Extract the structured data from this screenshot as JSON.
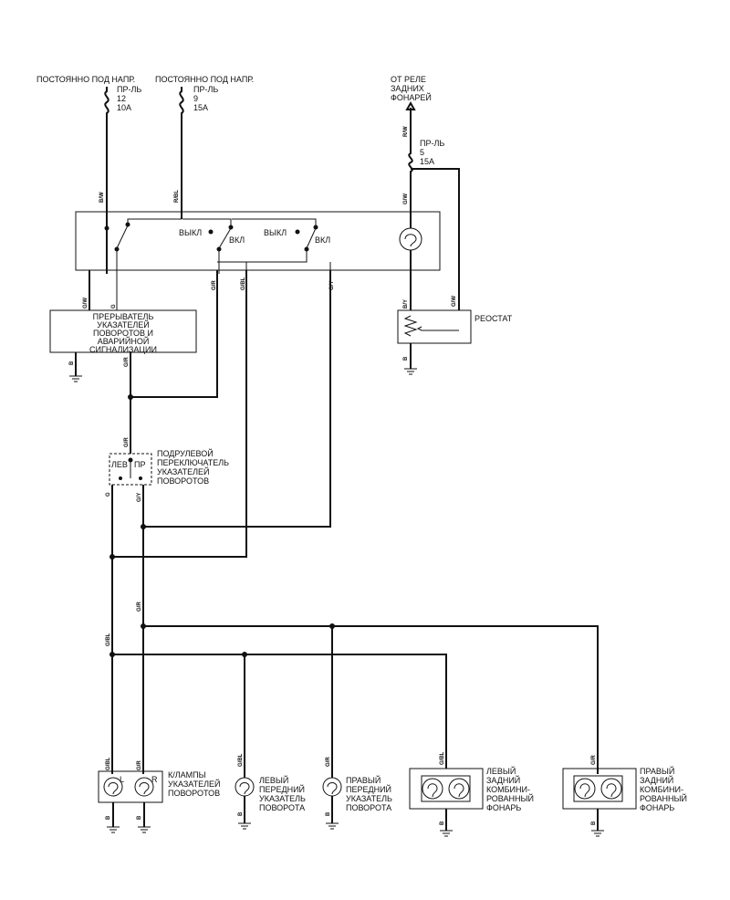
{
  "labels": {
    "const1": "ПОСТОЯННО ПОД НАПР.",
    "const2": "ПОСТОЯННО ПОД НАПР.",
    "fuse12": [
      "ПР-ЛЬ",
      "12",
      "10A"
    ],
    "fuse9": [
      "ПР-ЛЬ",
      "9",
      "15A"
    ],
    "relay": [
      "ОТ РЕЛЕ",
      "ЗАДНИХ",
      "ФОНАРЕЙ"
    ],
    "fuse5": [
      "ПР-ЛЬ",
      "5",
      "15A"
    ],
    "off1": "ВЫКЛ",
    "on1": "ВКЛ",
    "off2": "ВЫКЛ",
    "on2": "ВКЛ",
    "rheostat": "РЕОСТАТ",
    "flasher": [
      "ПРЕРЫВАТЕЛЬ",
      "УКАЗАТЕЛЕЙ",
      "ПОВОРОТОВ И",
      "АВАРИЙНОЙ",
      "СИГНАЛИЗАЦИИ"
    ],
    "column_switch": [
      "ПОДРУЛЕВОЙ",
      "ПЕРЕКЛЮЧАТЕЛЬ",
      "УКАЗАТЕЛЕЙ",
      "ПОВОРОТОВ"
    ],
    "sw_left": "ЛЕВ",
    "sw_right": "ПР",
    "indicator": [
      "К/ЛАМПЫ",
      "УКАЗАТЕЛЕЙ",
      "ПОВОРОТОВ"
    ],
    "lamp_L": "L",
    "lamp_R": "R",
    "left_front": [
      "ЛЕВЫЙ",
      "ПЕРЕДНИЙ",
      "УКАЗАТЕЛЬ",
      "ПОВОРОТА"
    ],
    "right_front": [
      "ПРАВЫЙ",
      "ПЕРЕДНИЙ",
      "УКАЗАТЕЛЬ",
      "ПОВОРОТА"
    ],
    "left_rear": [
      "ЛЕВЫЙ",
      "ЗАДНИЙ",
      "КОМБИНИ-",
      "РОВАННЫЙ",
      "ФОНАРЬ"
    ],
    "right_rear": [
      "ПРАВЫЙ",
      "ЗАДНИЙ",
      "КОМБИНИ-",
      "РОВАННЫЙ",
      "ФОНАРЬ"
    ]
  },
  "wires": {
    "bw": "B/W",
    "rbl": "R/BL",
    "rw": "R/W",
    "gw_top": "G/W",
    "gw_flasher": "G/W",
    "g_flasher": "G",
    "gr_switch": "G/R",
    "gbl_switch": "G/BL",
    "gy_switch": "G/Y",
    "b_flasher": "B",
    "gr_flasher": "G/R",
    "by": "B/Y",
    "gw_rheo": "G/W",
    "b_rheo": "B",
    "gr_col": "G/R",
    "g_col": "G",
    "gy_col": "G/Y",
    "gbl_mid": "G/BL",
    "gr_mid": "G/R",
    "gbl_ind": "G/BL",
    "gr_ind": "G/R",
    "gbl_lf": "G/BL",
    "gr_rf": "G/R",
    "gbl_lr": "G/BL",
    "gr_rr": "G/R",
    "b1": "B",
    "b2": "B",
    "b3": "B",
    "b4": "B",
    "b5": "B",
    "b6": "B"
  }
}
